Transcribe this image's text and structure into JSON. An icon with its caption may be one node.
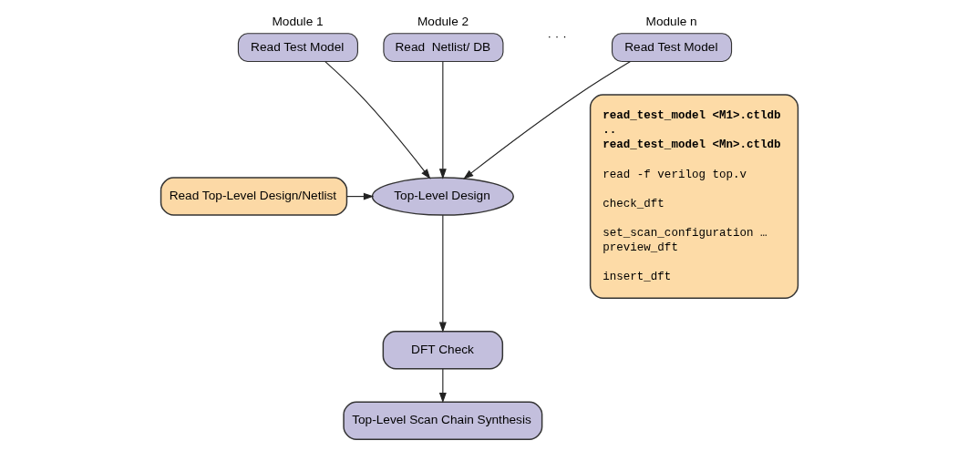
{
  "diagram": {
    "nodes": [
      {
        "text": [
          "Read Test Model"
        ],
        "beside": [
          "Module 1"
        ]
      },
      {
        "text": [
          "Read  Netlist/ DB"
        ],
        "beside": [
          "Module 2"
        ]
      },
      {
        "text": [
          "Read Test Model"
        ],
        "beside": [
          "Module n"
        ]
      },
      {
        "text": [
          "Top-Level Design"
        ]
      },
      {
        "text": [
          "Read Top-Level Design/Netlist"
        ]
      },
      {
        "text": [
          "DFT Check"
        ]
      },
      {
        "text": [
          "Top-Level Scan Chain Synthesis"
        ]
      },
      {
        "text": [
          "read_test_model <M1>.ctldb",
          "..",
          "read_test_model <Mn>.ctldb",
          "read -f verilog top.v",
          "check_dft",
          "set_scan_configuration …",
          "preview_dft",
          "insert_dft"
        ]
      }
    ],
    "edges": [
      {
        "from": 0,
        "to": 3,
        "arrow": "to"
      },
      {
        "from": 1,
        "to": 3,
        "arrow": "to"
      },
      {
        "from": 2,
        "to": 3,
        "arrow": "to"
      },
      {
        "from": 4,
        "to": 3,
        "arrow": "to"
      },
      {
        "from": 3,
        "to": 5,
        "arrow": "to"
      },
      {
        "from": 5,
        "to": 6,
        "arrow": "to"
      }
    ],
    "labels": [
      "· · ·"
    ]
  }
}
